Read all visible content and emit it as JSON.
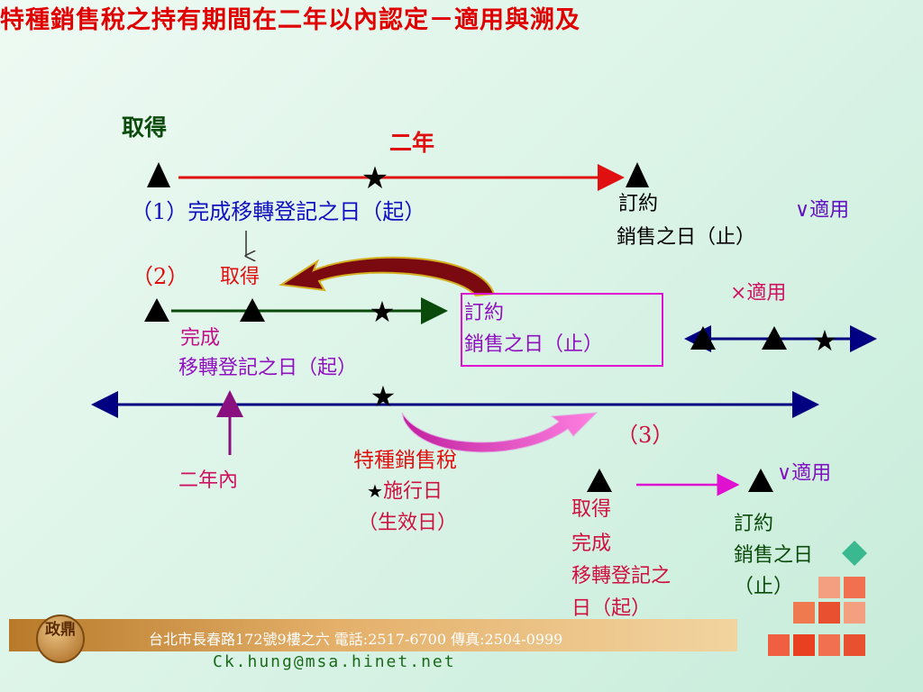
{
  "title": "特種銷售稅之持有期間在二年以內認定－適用與溯及",
  "row1": {
    "acquire": "取得",
    "two_years": "二年",
    "start_label": "（1）完成移轉登記之日（起）",
    "contract_line1": "訂約",
    "contract_line2": "銷售之日（止）",
    "applicable": "∨適用"
  },
  "row2": {
    "num": "（2）",
    "acquire": "取得",
    "complete_line1": "完成",
    "complete_line2": "移轉登記之日（起）",
    "contract_line1": "訂約",
    "contract_line2": "銷售之日（止）",
    "not_applicable": "×適用",
    "within_two_years": "二年內"
  },
  "enactment": {
    "line1": "特種銷售稅",
    "line2": "施行日",
    "line3": "（生效日）"
  },
  "row3": {
    "num": "（3）",
    "applicable": "∨適用",
    "acquire": "取得",
    "complete_line1": "完成",
    "complete_line2": "移轉登記之",
    "complete_line3": "日（起）",
    "contract_line1": "訂約",
    "contract_line2": "銷售之日",
    "contract_line3": "（止）"
  },
  "footer": {
    "address": "台北市長春路172號9樓之六  電話:2517-6700  傳真:2504-0999",
    "email": "Ck.hung@msa.hinet.net",
    "seal": "政鼎"
  },
  "colors": {
    "red": "#e01010",
    "blue": "#1010c0",
    "green": "#0a4a0a",
    "magenta": "#c0108a",
    "purple": "#9010c0",
    "navy": "#000080"
  }
}
